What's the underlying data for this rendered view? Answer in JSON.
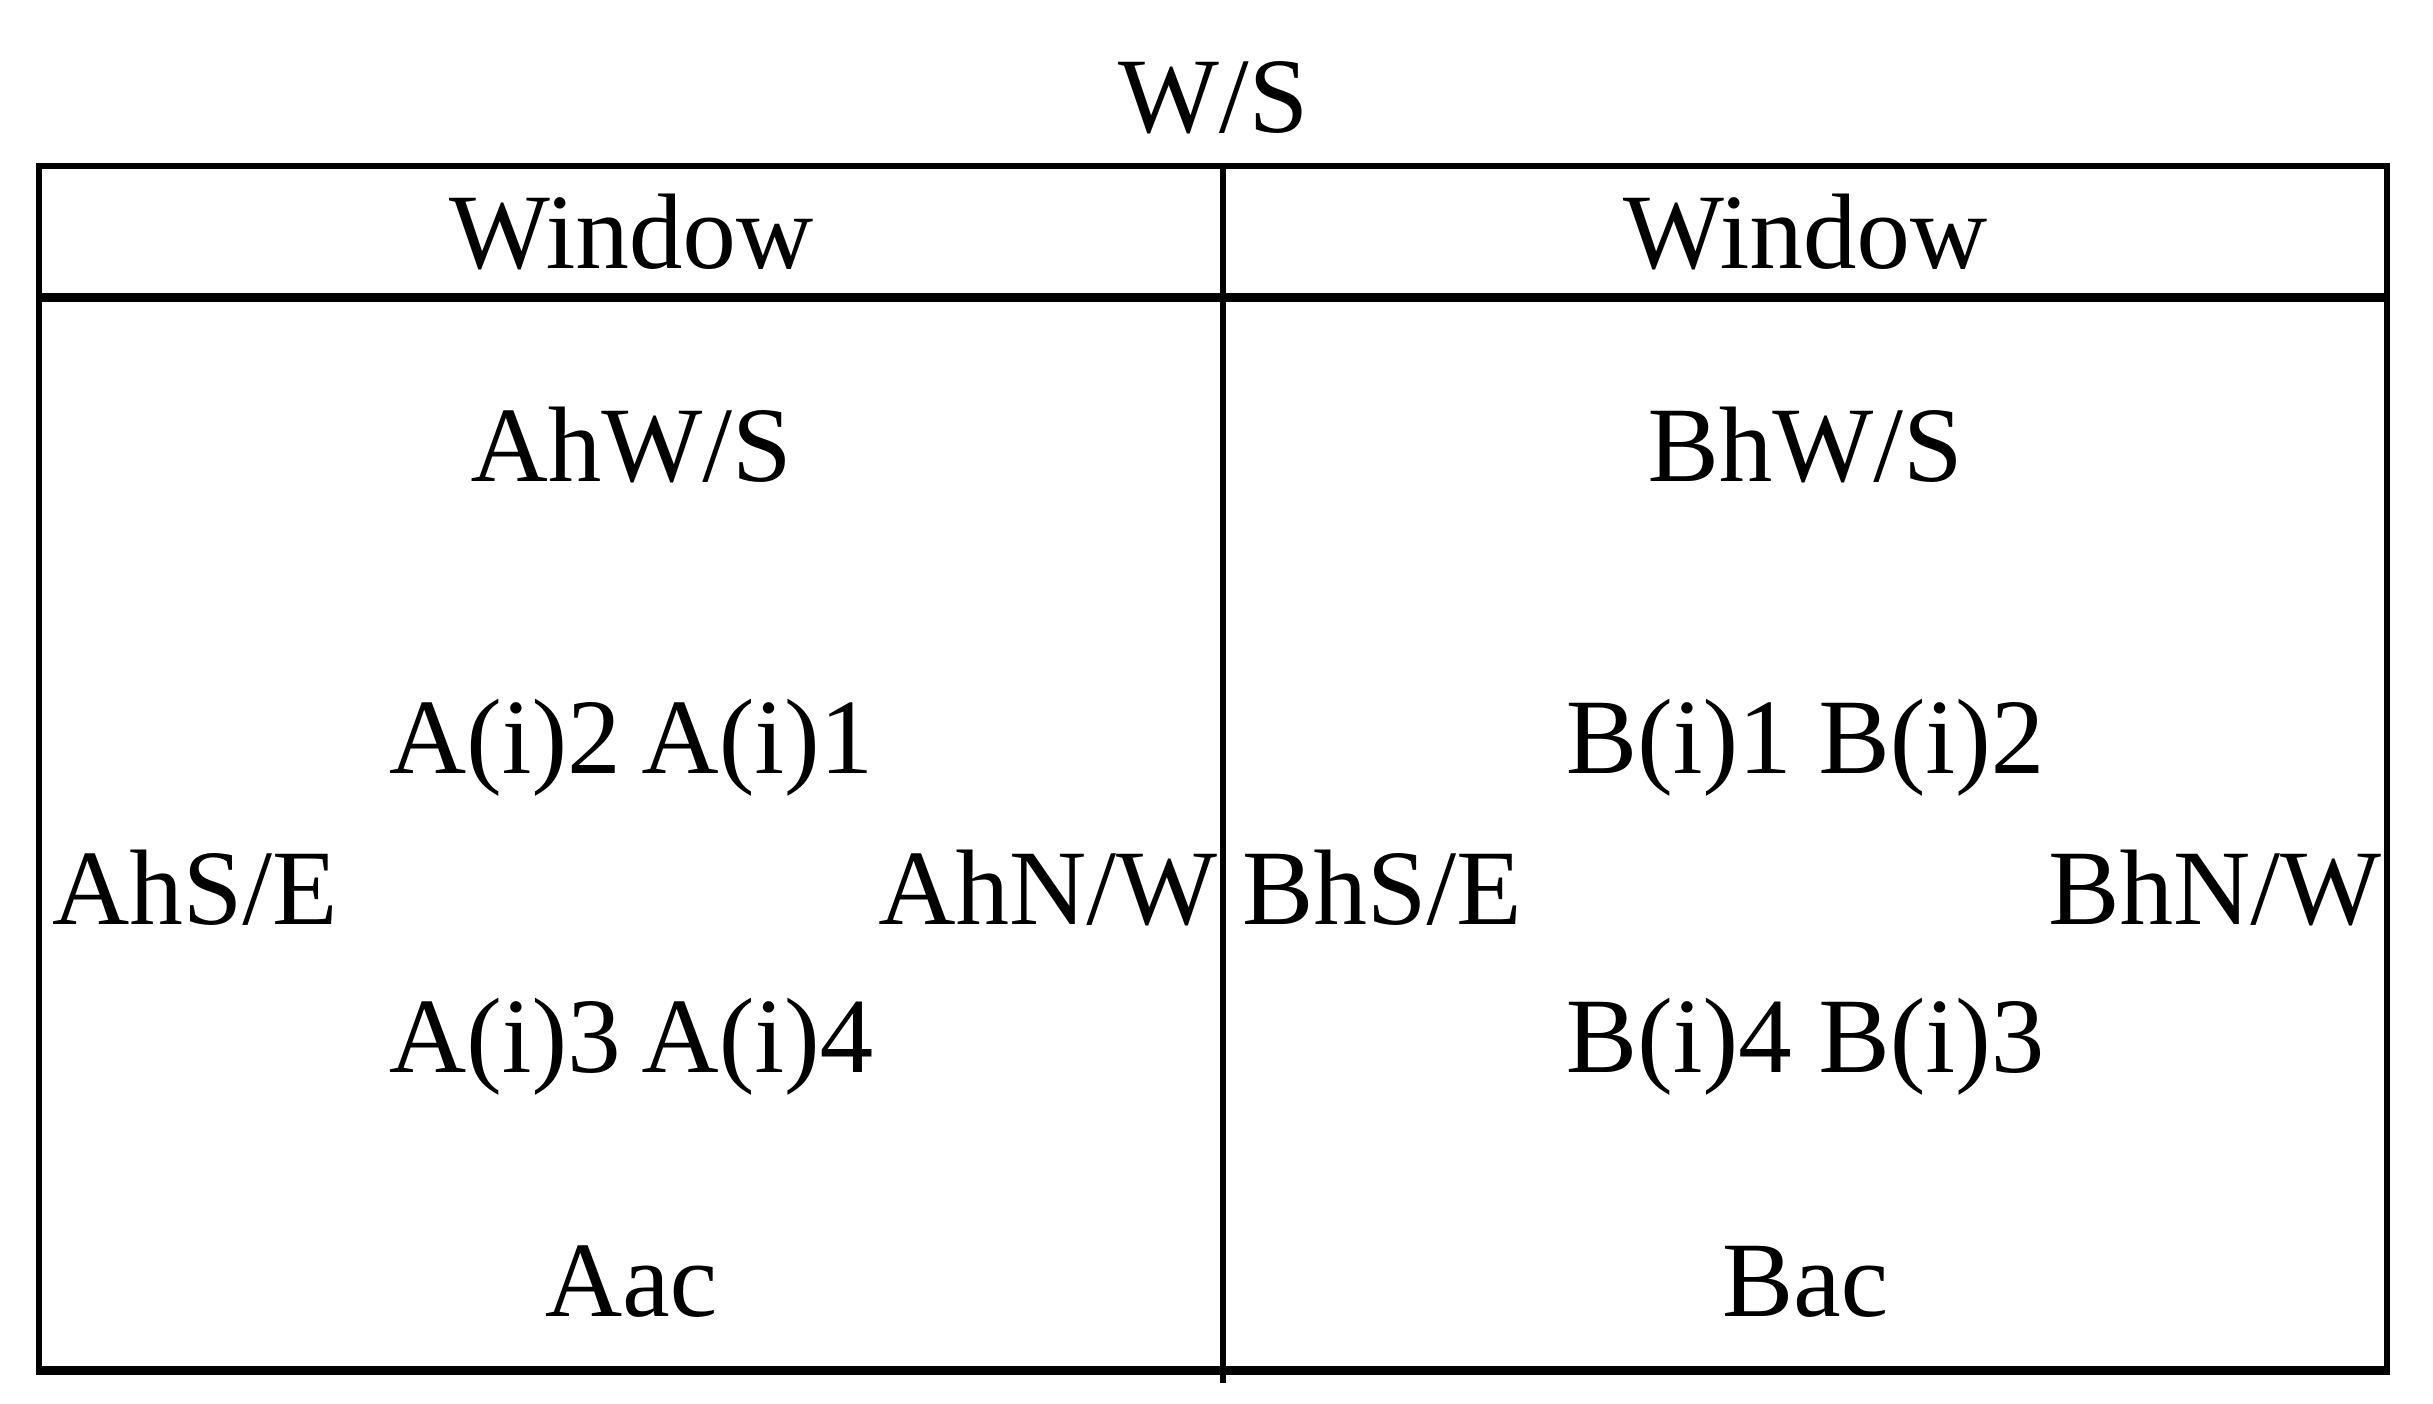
{
  "figure": {
    "title": "W/S"
  },
  "columns": [
    {
      "header": "Window",
      "window_side_label": "AhW/S",
      "inner_upper_label": "A(i)2 A(i)1",
      "left_edge_label": "AhS/E",
      "right_edge_label": "AhN/W",
      "inner_lower_label": "A(i)3 A(i)4",
      "bottom_label": "Aac"
    },
    {
      "header": "Window",
      "window_side_label": "BhW/S",
      "inner_upper_label": "B(i)1 B(i)2",
      "left_edge_label": "BhS/E",
      "right_edge_label": "BhN/W",
      "inner_lower_label": "B(i)4 B(i)3",
      "bottom_label": "Bac"
    }
  ],
  "colors": {
    "background": "#ffffff",
    "text": "#000000",
    "line": "#000000"
  }
}
